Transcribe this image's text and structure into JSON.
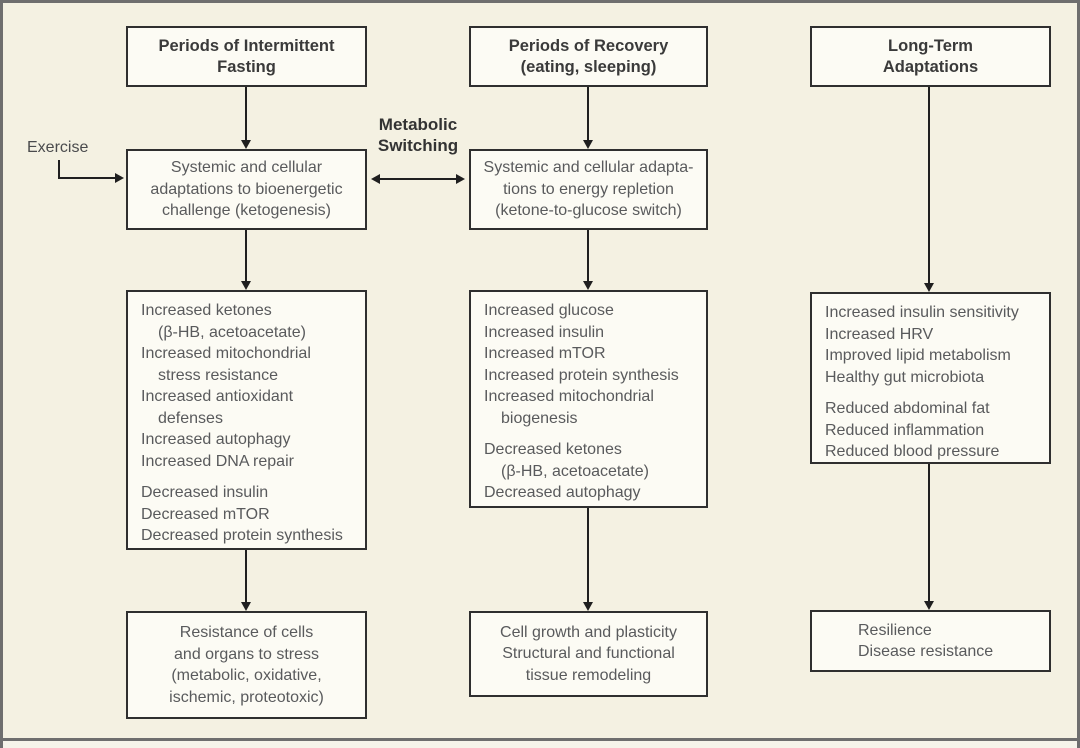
{
  "colors": {
    "canvas_background": "#f4f1e2",
    "box_background": "#fcfbf4",
    "box_border": "#2f2f2f",
    "frame_border": "#6e6e6e",
    "heading_text": "#3a3a3a",
    "body_text": "#595a5c",
    "arrow": "#1f1f1f"
  },
  "annotations": {
    "exercise_label": "Exercise",
    "metabolic_switching": [
      "Metabolic",
      "Switching"
    ]
  },
  "columns": [
    {
      "header": [
        "Periods of Intermittent",
        "Fasting"
      ],
      "adaptation": [
        "Systemic and cellular",
        "adaptations to bioenergetic",
        "challenge (ketogenesis)"
      ],
      "changes": [
        [
          {
            "text": "Increased ketones"
          },
          {
            "text": "(β-HB, acetoacetate)",
            "indent": true
          },
          {
            "text": "Increased mitochondrial"
          },
          {
            "text": "stress resistance",
            "indent": true
          },
          {
            "text": "Increased antioxidant"
          },
          {
            "text": "defenses",
            "indent": true
          },
          {
            "text": "Increased autophagy"
          },
          {
            "text": "Increased DNA repair"
          }
        ],
        [
          {
            "text": "Decreased insulin"
          },
          {
            "text": "Decreased mTOR"
          },
          {
            "text": "Decreased protein synthesis"
          }
        ]
      ],
      "outcome": [
        "Resistance of cells",
        "and organs to stress",
        "(metabolic, oxidative,",
        "ischemic, proteotoxic)"
      ]
    },
    {
      "header": [
        "Periods of Recovery",
        "(eating, sleeping)"
      ],
      "adaptation": [
        "Systemic and cellular adapta-",
        "tions to energy repletion",
        "(ketone-to-glucose switch)"
      ],
      "changes": [
        [
          {
            "text": "Increased glucose"
          },
          {
            "text": "Increased insulin"
          },
          {
            "text": "Increased mTOR"
          },
          {
            "text": "Increased protein synthesis"
          },
          {
            "text": "Increased mitochondrial"
          },
          {
            "text": "biogenesis",
            "indent": true
          }
        ],
        [
          {
            "text": "Decreased ketones"
          },
          {
            "text": "(β-HB, acetoacetate)",
            "indent": true
          },
          {
            "text": "Decreased autophagy"
          }
        ]
      ],
      "outcome": [
        "Cell growth and plasticity",
        "Structural and functional",
        "tissue remodeling"
      ]
    },
    {
      "header": [
        "Long-Term",
        "Adaptations"
      ],
      "changes": [
        [
          {
            "text": "Increased insulin sensitivity"
          },
          {
            "text": "Increased HRV"
          },
          {
            "text": "Improved lipid metabolism"
          },
          {
            "text": "Healthy gut microbiota"
          }
        ],
        [
          {
            "text": "Reduced abdominal fat"
          },
          {
            "text": "Reduced inflammation"
          },
          {
            "text": "Reduced blood pressure"
          }
        ]
      ],
      "outcome": [
        "Resilience",
        "Disease resistance"
      ]
    }
  ]
}
